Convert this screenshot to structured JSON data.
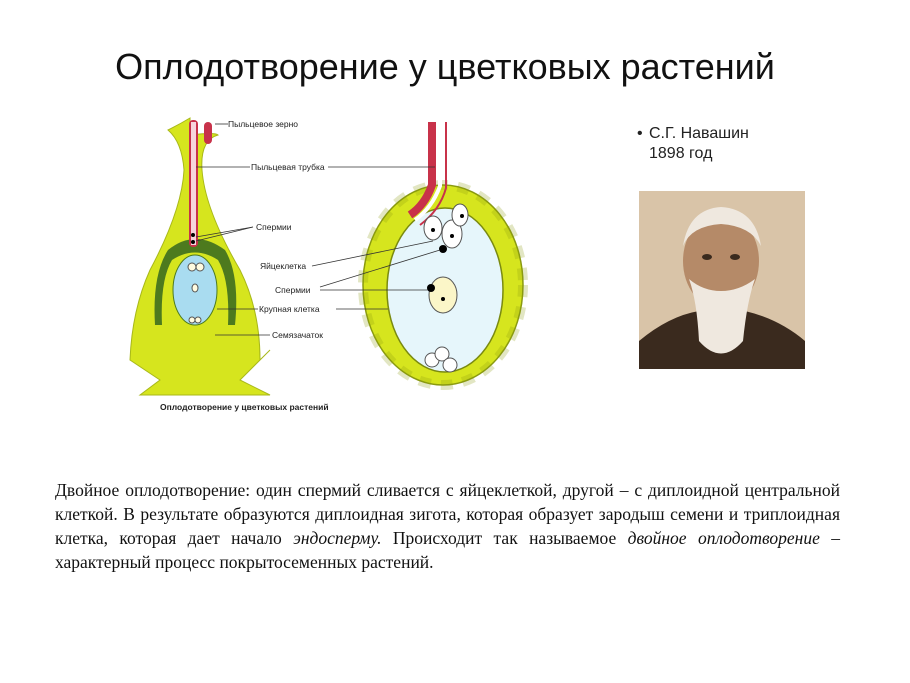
{
  "title": "Оплодотворение у цветковых растений",
  "diagram": {
    "labels": {
      "pollen_grain": "Пыльцевое зерно",
      "pollen_tube": "Пыльцевая трубка",
      "sperm_left": "Спермии",
      "egg_cell": "Яйцеклетка",
      "sperm_right": "Спермии",
      "large_cell": "Крупная клетка",
      "ovule": "Семязачаток"
    },
    "caption": "Оплодотворение у цветковых растений"
  },
  "scientist": {
    "name": "С.Г. Навашин",
    "year": "1898 год"
  },
  "body": {
    "p1": "Двойное оплодотворение: один спермий сливается с яйцеклеткой, другой – с диплоидной центральной клеткой. В результате образуются диплоидная зигота, которая образует зародыш семени и триплоидная клетка, которая дает начало ",
    "em1": "эндосперму.",
    "p2": " Происходит так называемое ",
    "em2": "двойное оплодотворение",
    "p3": " – характерный процесс покрытосеменных растений."
  },
  "colors": {
    "green": "#d6e51e",
    "dark_green": "#4d7a1e",
    "tube": "#c8324a",
    "blue": "#a9dcf0"
  }
}
